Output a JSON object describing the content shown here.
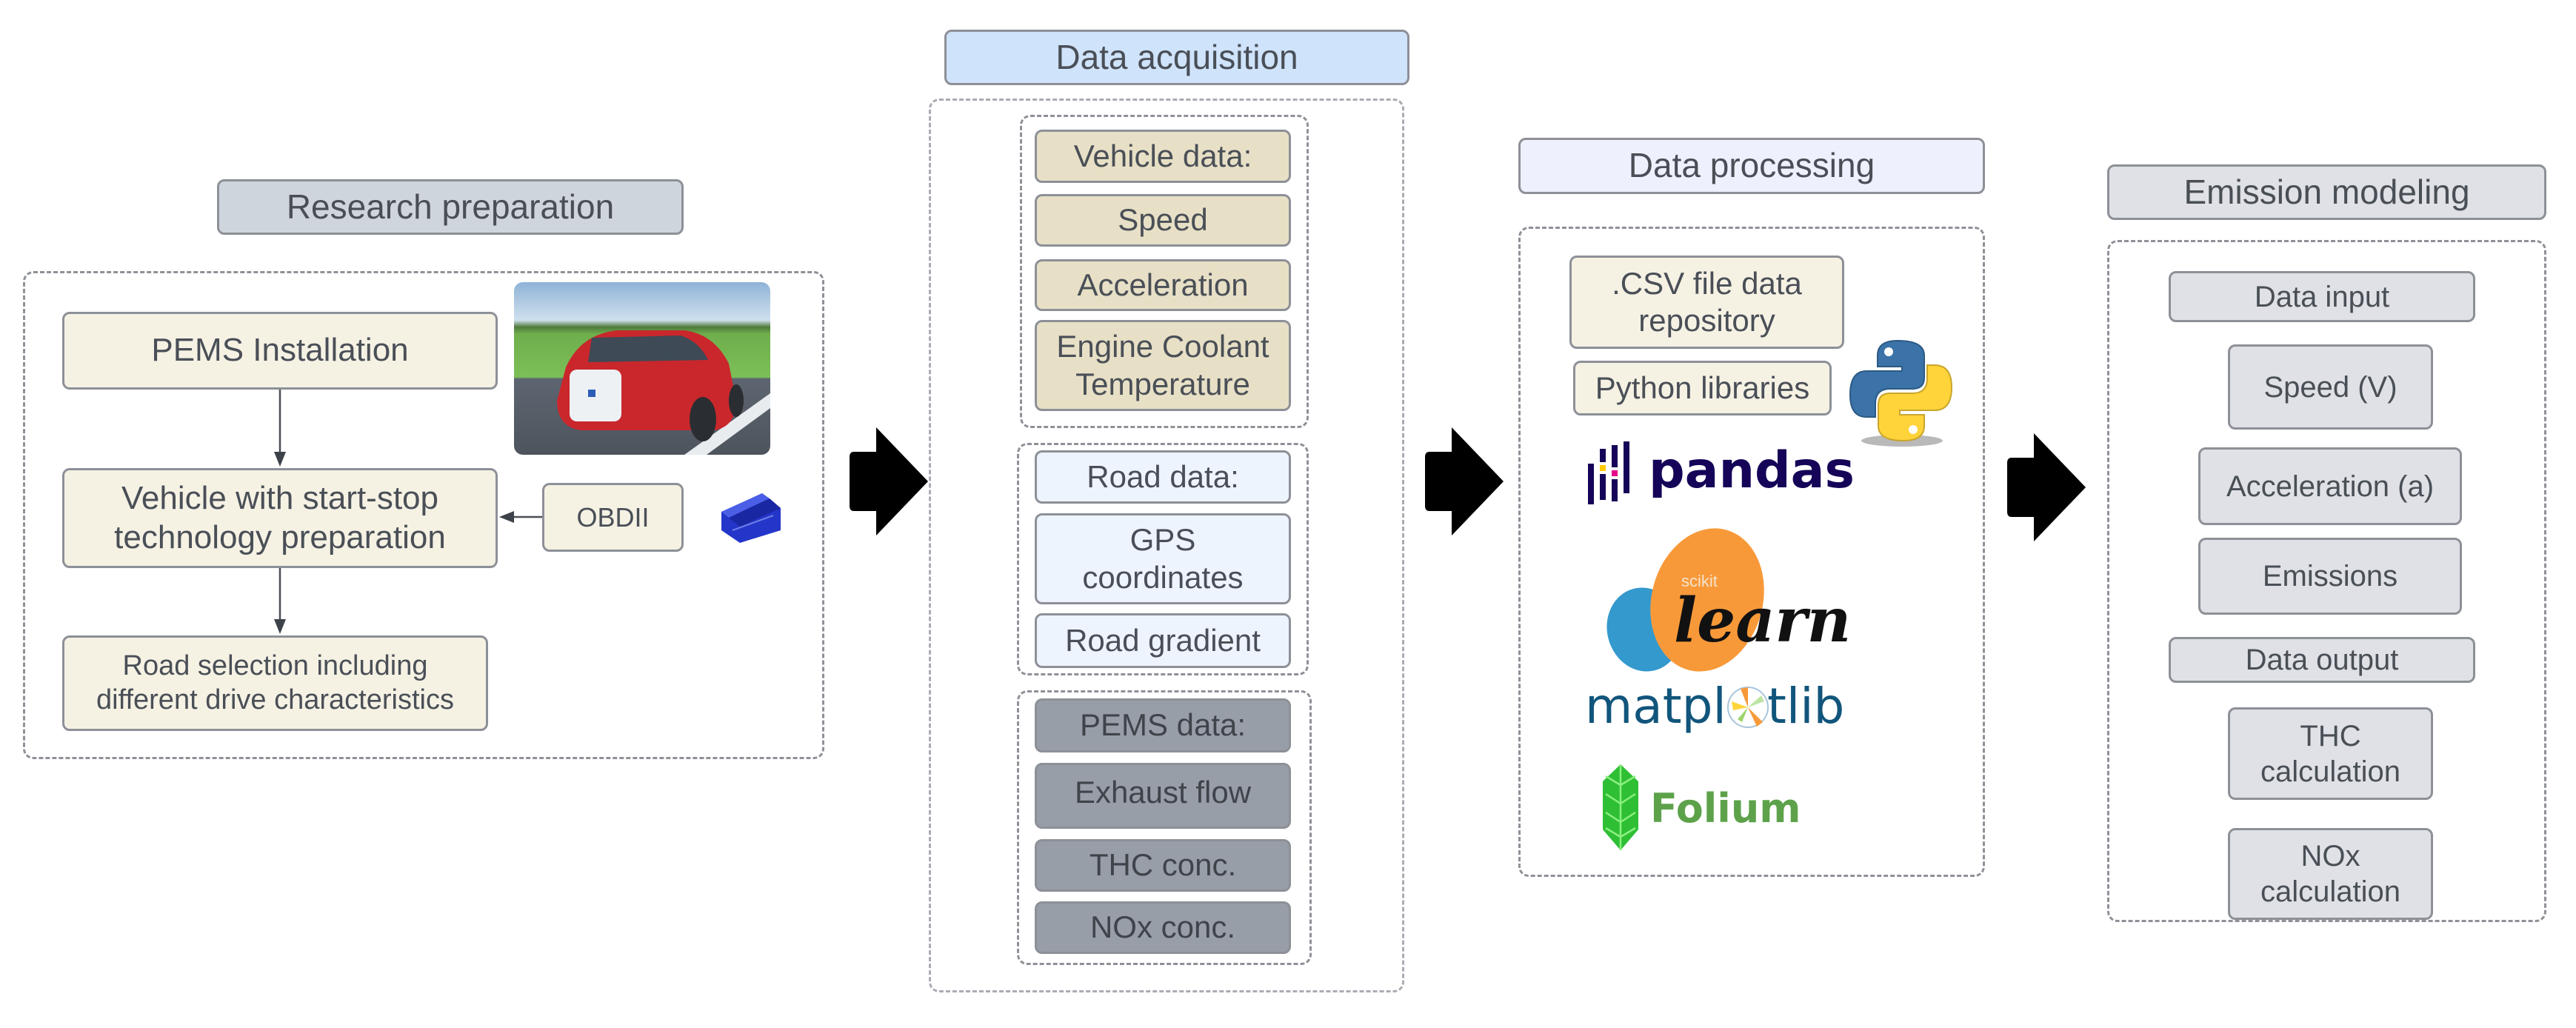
{
  "research_preparation": {
    "header": "Research preparation",
    "pems_installation": "PEMS Installation",
    "vehicle_prep": "Vehicle with start-stop technology preparation",
    "obd": "OBDII",
    "road_selection": "Road selection including different drive characteristics",
    "car_image": "car-with-pems-photo",
    "obd_device_image": "obd-adapter-icon"
  },
  "data_acquisition": {
    "header": "Data acquisition",
    "vehicle_group": [
      "Vehicle data:",
      "Speed",
      "Acceleration",
      "Engine Coolant Temperature"
    ],
    "road_group": [
      "Road data:",
      "GPS coordinates",
      "Road gradient"
    ],
    "pems_group": [
      "PEMS data:",
      "Exhaust flow",
      "THC conc.",
      "NOx conc."
    ]
  },
  "data_processing": {
    "header": "Data processing",
    "csv": ".CSV file data repository",
    "python_libraries": "Python libraries",
    "logos": {
      "python": "python-logo",
      "pandas": "pandas",
      "sklearn_small": "scikit",
      "sklearn_main": "learn",
      "matplotlib_a": "matpl",
      "matplotlib_b": "tlib",
      "folium": "Folium"
    }
  },
  "emission_modeling": {
    "header": "Emission modeling",
    "data_input": "Data input",
    "inputs": [
      "Speed  (V)",
      "Acceleration (a)",
      "Emissions"
    ],
    "data_output": "Data output",
    "outputs": [
      "THC calculation",
      "NOx calculation"
    ]
  },
  "colors": {
    "research_header": "#cfd5dd",
    "acquisition_header": "#cfe3fb",
    "processing_header": "#eff0fd",
    "modeling_header": "#dfe1e6",
    "vehicle_data": "#e7e0c6",
    "road_data": "#edf4fe",
    "pems_data": "#989ea7",
    "flow_arrow": "#000000"
  }
}
